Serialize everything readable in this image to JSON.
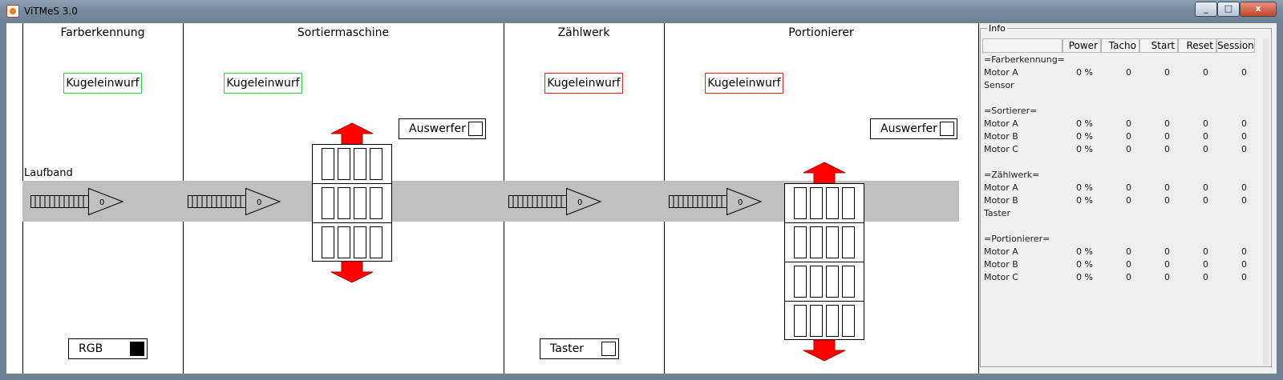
{
  "window": {
    "title": "ViTMeS 3.0",
    "buttons": [
      "_",
      "□",
      "x"
    ]
  },
  "stations": [
    {
      "header": "Farberkennung",
      "kugeleinwurf": "Kugeleinwurf",
      "kugeleinwurf_status": "green"
    },
    {
      "header": "Sortiermaschine",
      "kugeleinwurf": "Kugeleinwurf",
      "kugeleinwurf_status": "green"
    },
    {
      "header": "Zählwerk",
      "kugeleinwurf": "Kugeleinwurf",
      "kugeleinwurf_status": "red"
    },
    {
      "header": "Portionierer",
      "kugeleinwurf": "Kugeleinwurf",
      "kugeleinwurf_status": "red"
    }
  ],
  "laufband_label": "Laufband",
  "band_motors": [
    "0",
    "0",
    "0",
    "0"
  ],
  "sensors": {
    "rgb": {
      "label": "RGB",
      "value_color": "#000000"
    },
    "taster": {
      "label": "Taster"
    },
    "auswerfer_sortierer": {
      "label": "Auswerfer"
    },
    "auswerfer_portionierer": {
      "label": "Auswerfer"
    }
  },
  "colors": {
    "ok": "#2ecc40",
    "error": "#e02020",
    "band": "#c0c0c0",
    "arrow": "#ff0000"
  },
  "info": {
    "legend": "Info",
    "columns": [
      "Power",
      "Tacho",
      "Start",
      "Reset",
      "Session"
    ],
    "rows": [
      {
        "label": "=Farberkennung=",
        "values": []
      },
      {
        "label": "Motor A",
        "values": [
          "0 %",
          "0",
          "0",
          "0",
          "0"
        ]
      },
      {
        "label": "Sensor",
        "values": []
      },
      {
        "label": "",
        "values": []
      },
      {
        "label": "=Sortierer=",
        "values": []
      },
      {
        "label": "Motor A",
        "values": [
          "0 %",
          "0",
          "0",
          "0",
          "0"
        ]
      },
      {
        "label": "Motor B",
        "values": [
          "0 %",
          "0",
          "0",
          "0",
          "0"
        ]
      },
      {
        "label": "Motor C",
        "values": [
          "0 %",
          "0",
          "0",
          "0",
          "0"
        ]
      },
      {
        "label": "",
        "values": []
      },
      {
        "label": "=Zählwerk=",
        "values": []
      },
      {
        "label": "Motor A",
        "values": [
          "0 %",
          "0",
          "0",
          "0",
          "0"
        ]
      },
      {
        "label": "Motor B",
        "values": [
          "0 %",
          "0",
          "0",
          "0",
          "0"
        ]
      },
      {
        "label": "Taster",
        "values": []
      },
      {
        "label": "",
        "values": []
      },
      {
        "label": "=Portionierer=",
        "values": []
      },
      {
        "label": "Motor A",
        "values": [
          "0 %",
          "0",
          "0",
          "0",
          "0"
        ]
      },
      {
        "label": "Motor B",
        "values": [
          "0 %",
          "0",
          "0",
          "0",
          "0"
        ]
      },
      {
        "label": "Motor C",
        "values": [
          "0 %",
          "0",
          "0",
          "0",
          "0"
        ]
      }
    ]
  }
}
